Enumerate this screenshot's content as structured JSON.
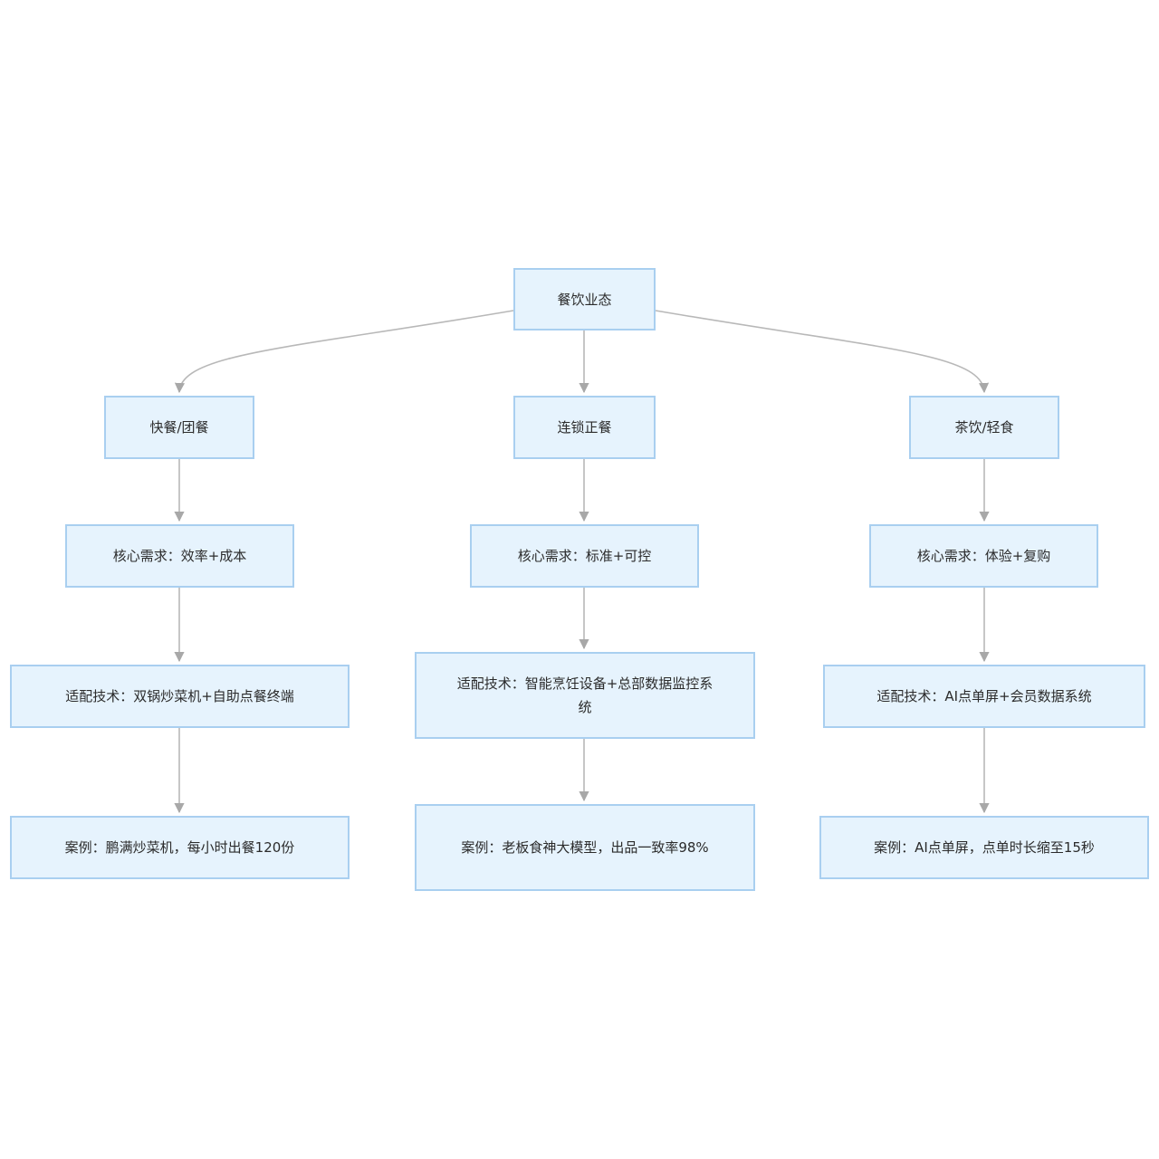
{
  "diagram": {
    "type": "tree",
    "root": "餐饮业态",
    "branches": [
      {
        "category": "快餐/团餐",
        "need": "核心需求：效率+成本",
        "tech": "适配技术：双锅炒菜机+自助点餐终端",
        "case": "案例：鹏满炒菜机，每小时出餐120份"
      },
      {
        "category": "连锁正餐",
        "need": "核心需求：标准+可控",
        "tech": "适配技术：智能烹饪设备+总部数据监控系统",
        "case": "案例：老板食神大模型，出品一致率98%"
      },
      {
        "category": "茶饮/轻食",
        "need": "核心需求：体验+复购",
        "tech": "适配技术：AI点单屏+会员数据系统",
        "case": "案例：AI点单屏，点单时长缩至15秒"
      }
    ],
    "colors": {
      "node_fill": "#e6f3fd",
      "node_border": "#a9cff0",
      "edge": "#b8b8b8",
      "text": "#2b2b2b"
    }
  }
}
